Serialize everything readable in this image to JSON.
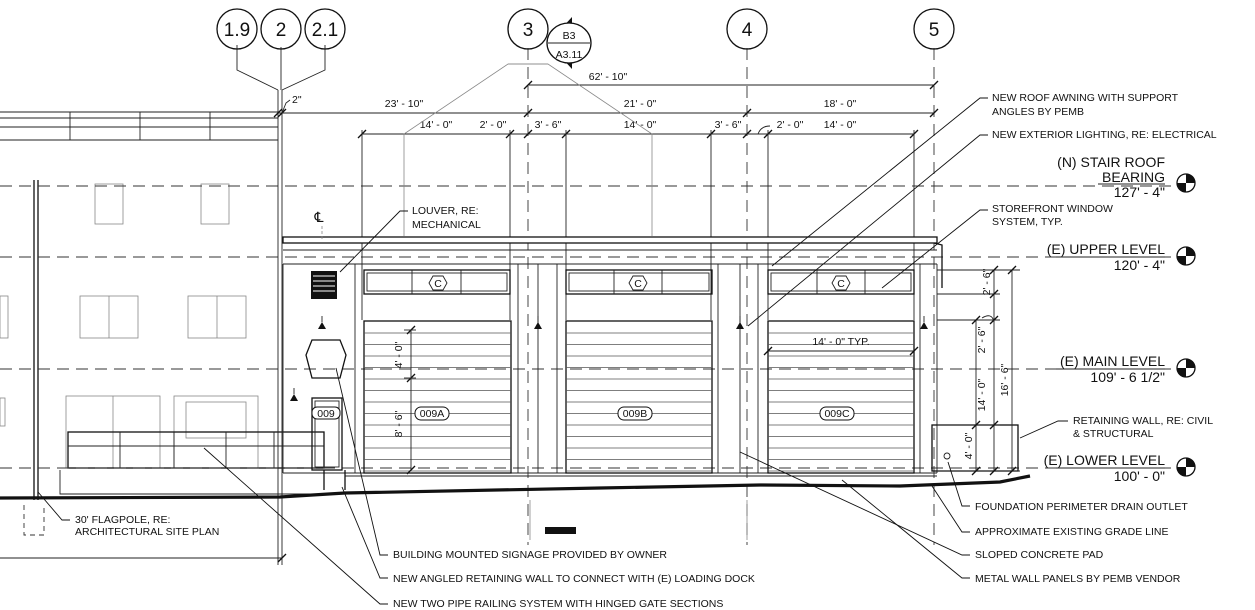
{
  "grid_lines": [
    "1.9",
    "2",
    "2.1",
    "3",
    "4",
    "5"
  ],
  "section_tag": {
    "top": "B3",
    "bottom": "A3.11"
  },
  "dimensions": {
    "overall": "62' - 10\"",
    "d2": "2\"",
    "d_23_10": "23' - 10\"",
    "d_21_0": "21' - 0\"",
    "d_18_0": "18' - 0\"",
    "b1_14": "14' - 0\"",
    "b1_2": "2' - 0\"",
    "b2_36a": "3' - 6\"",
    "b2_14": "14' - 0\"",
    "b2_36b": "3' - 6\"",
    "b3_2": "2' - 0\"",
    "b3_14": "14' - 0\"",
    "sign_4": "4' - 0\"",
    "door_86": "8' - 6\"",
    "typ_14": "14' - 0\" TYP.",
    "r_26a": "2' - 6\"",
    "r_26b": "2' - 6\"",
    "r_14": "14' - 0\"",
    "r_166": "16' - 6\"",
    "r_4": "4' - 0\""
  },
  "levels": [
    {
      "name_line1": "(N) STAIR ROOF",
      "name_line2": "BEARING",
      "elev": "127' - 4\""
    },
    {
      "name_line1": "(E) UPPER LEVEL",
      "name_line2": "",
      "elev": "120' - 4\""
    },
    {
      "name_line1": "(E) MAIN LEVEL",
      "name_line2": "",
      "elev": "109' - 6 1/2\""
    },
    {
      "name_line1": "(E) LOWER LEVEL",
      "name_line2": "",
      "elev": "100' - 0\""
    }
  ],
  "door_tags": [
    "009",
    "009A",
    "009B",
    "009C"
  ],
  "window_tag": "C",
  "centerline_symbol": "℄",
  "notes": {
    "awning_1": "NEW ROOF AWNING WITH SUPPORT",
    "awning_2": "ANGLES BY PEMB",
    "lighting": "NEW EXTERIOR LIGHTING, RE: ELECTRICAL",
    "storefront_1": "STOREFRONT WINDOW",
    "storefront_2": "SYSTEM, TYP.",
    "louver_1": "LOUVER, RE:",
    "louver_2": "MECHANICAL",
    "retaining_1": "RETAINING WALL, RE: CIVIL",
    "retaining_2": "& STRUCTURAL",
    "drain": "FOUNDATION PERIMETER DRAIN OUTLET",
    "grade": "APPROXIMATE EXISTING GRADE LINE",
    "pad": "SLOPED CONCRETE PAD",
    "panels": "METAL WALL PANELS BY PEMB VENDOR",
    "flagpole_1": "30' FLAGPOLE, RE:",
    "flagpole_2": "ARCHITECTURAL SITE PLAN",
    "signage": "BUILDING MOUNTED SIGNAGE PROVIDED BY OWNER",
    "angled_wall": "NEW ANGLED RETAINING WALL TO CONNECT WITH (E) LOADING DOCK",
    "railing": "NEW TWO PIPE RAILING SYSTEM WITH HINGED GATE SECTIONS"
  }
}
